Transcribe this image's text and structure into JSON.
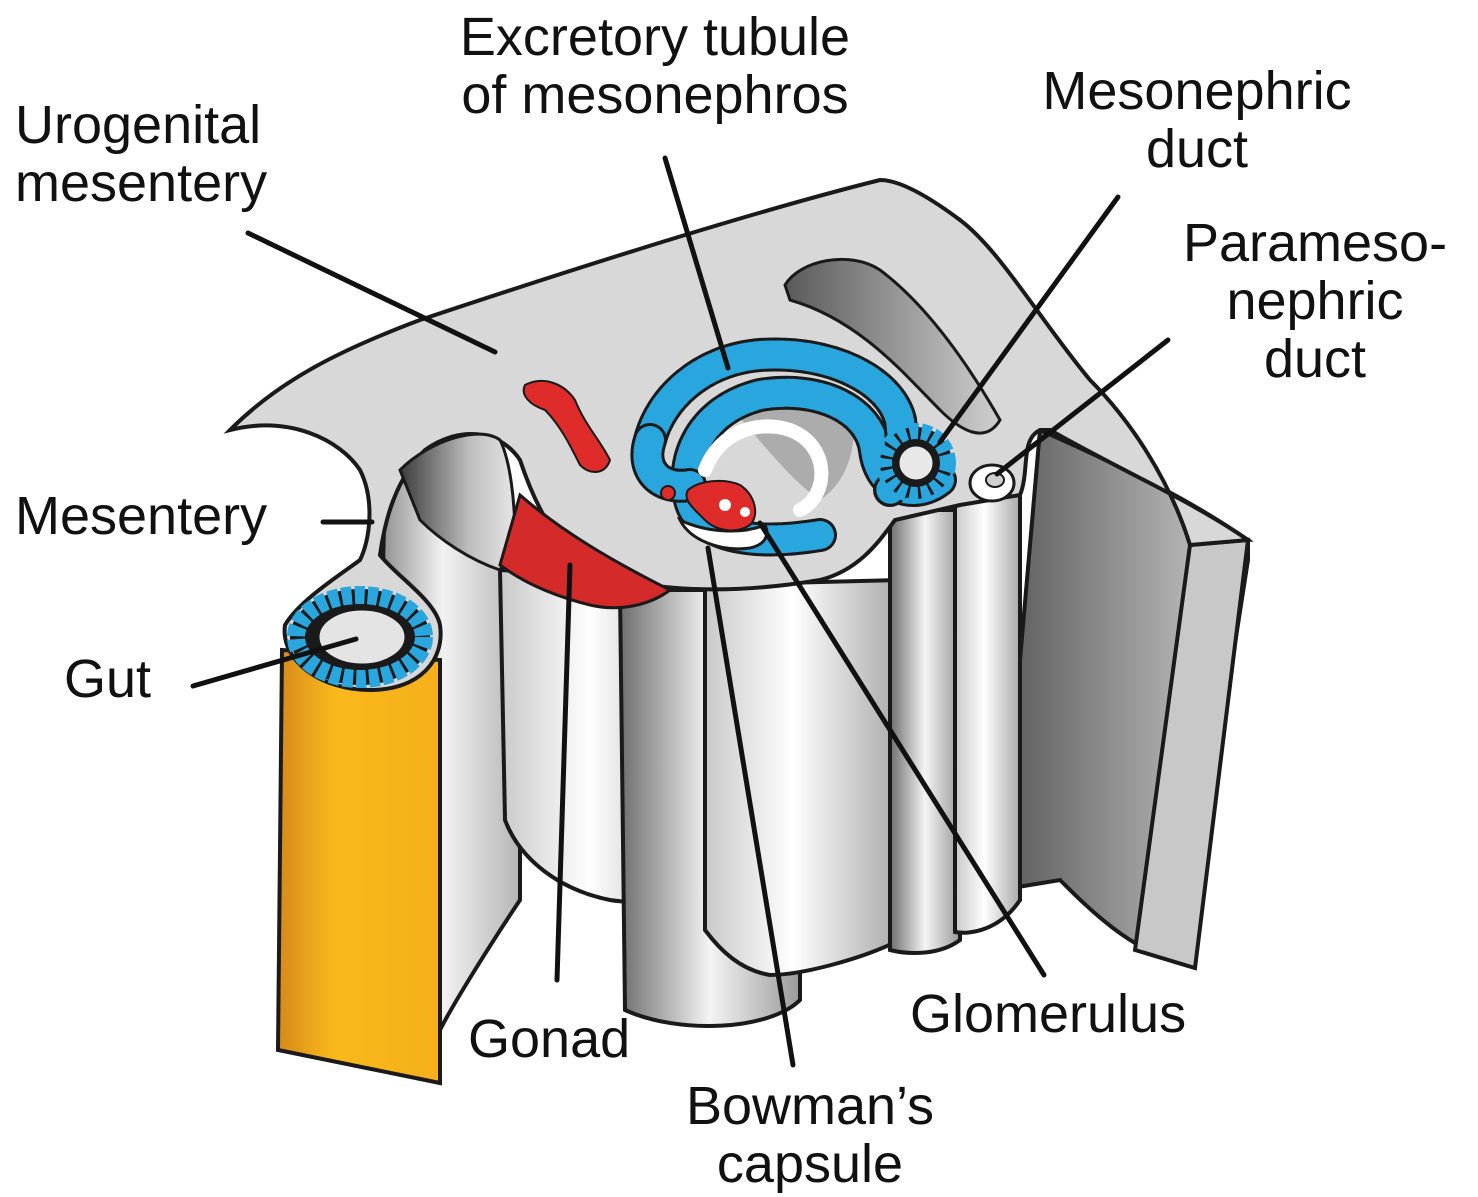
{
  "labels": {
    "excretory_tubule": {
      "line1": "Excretory tubule",
      "line2": "of mesonephros"
    },
    "urogenital_mesentery": {
      "line1": "Urogenital",
      "line2": "mesentery"
    },
    "mesonephric_duct": {
      "line1": "Mesonephric",
      "line2": "duct"
    },
    "paramesonephric_duct": {
      "line1": "Parameso-",
      "line2": "nephric",
      "line3": "duct"
    },
    "mesentery": "Mesentery",
    "gut": "Gut",
    "gonad": "Gonad",
    "glomerulus": "Glomerulus",
    "bowmans_capsule": {
      "line1": "Bowman’s",
      "line2": "capsule"
    }
  },
  "colors": {
    "tissue_top": "#d8d8d8",
    "tissue_outline": "#1a1a1a",
    "gonad_red": "#d42a2a",
    "tubule_blue": "#2aa6de",
    "gut_yellow": "#f5b21a",
    "leader_line": "#111111"
  }
}
